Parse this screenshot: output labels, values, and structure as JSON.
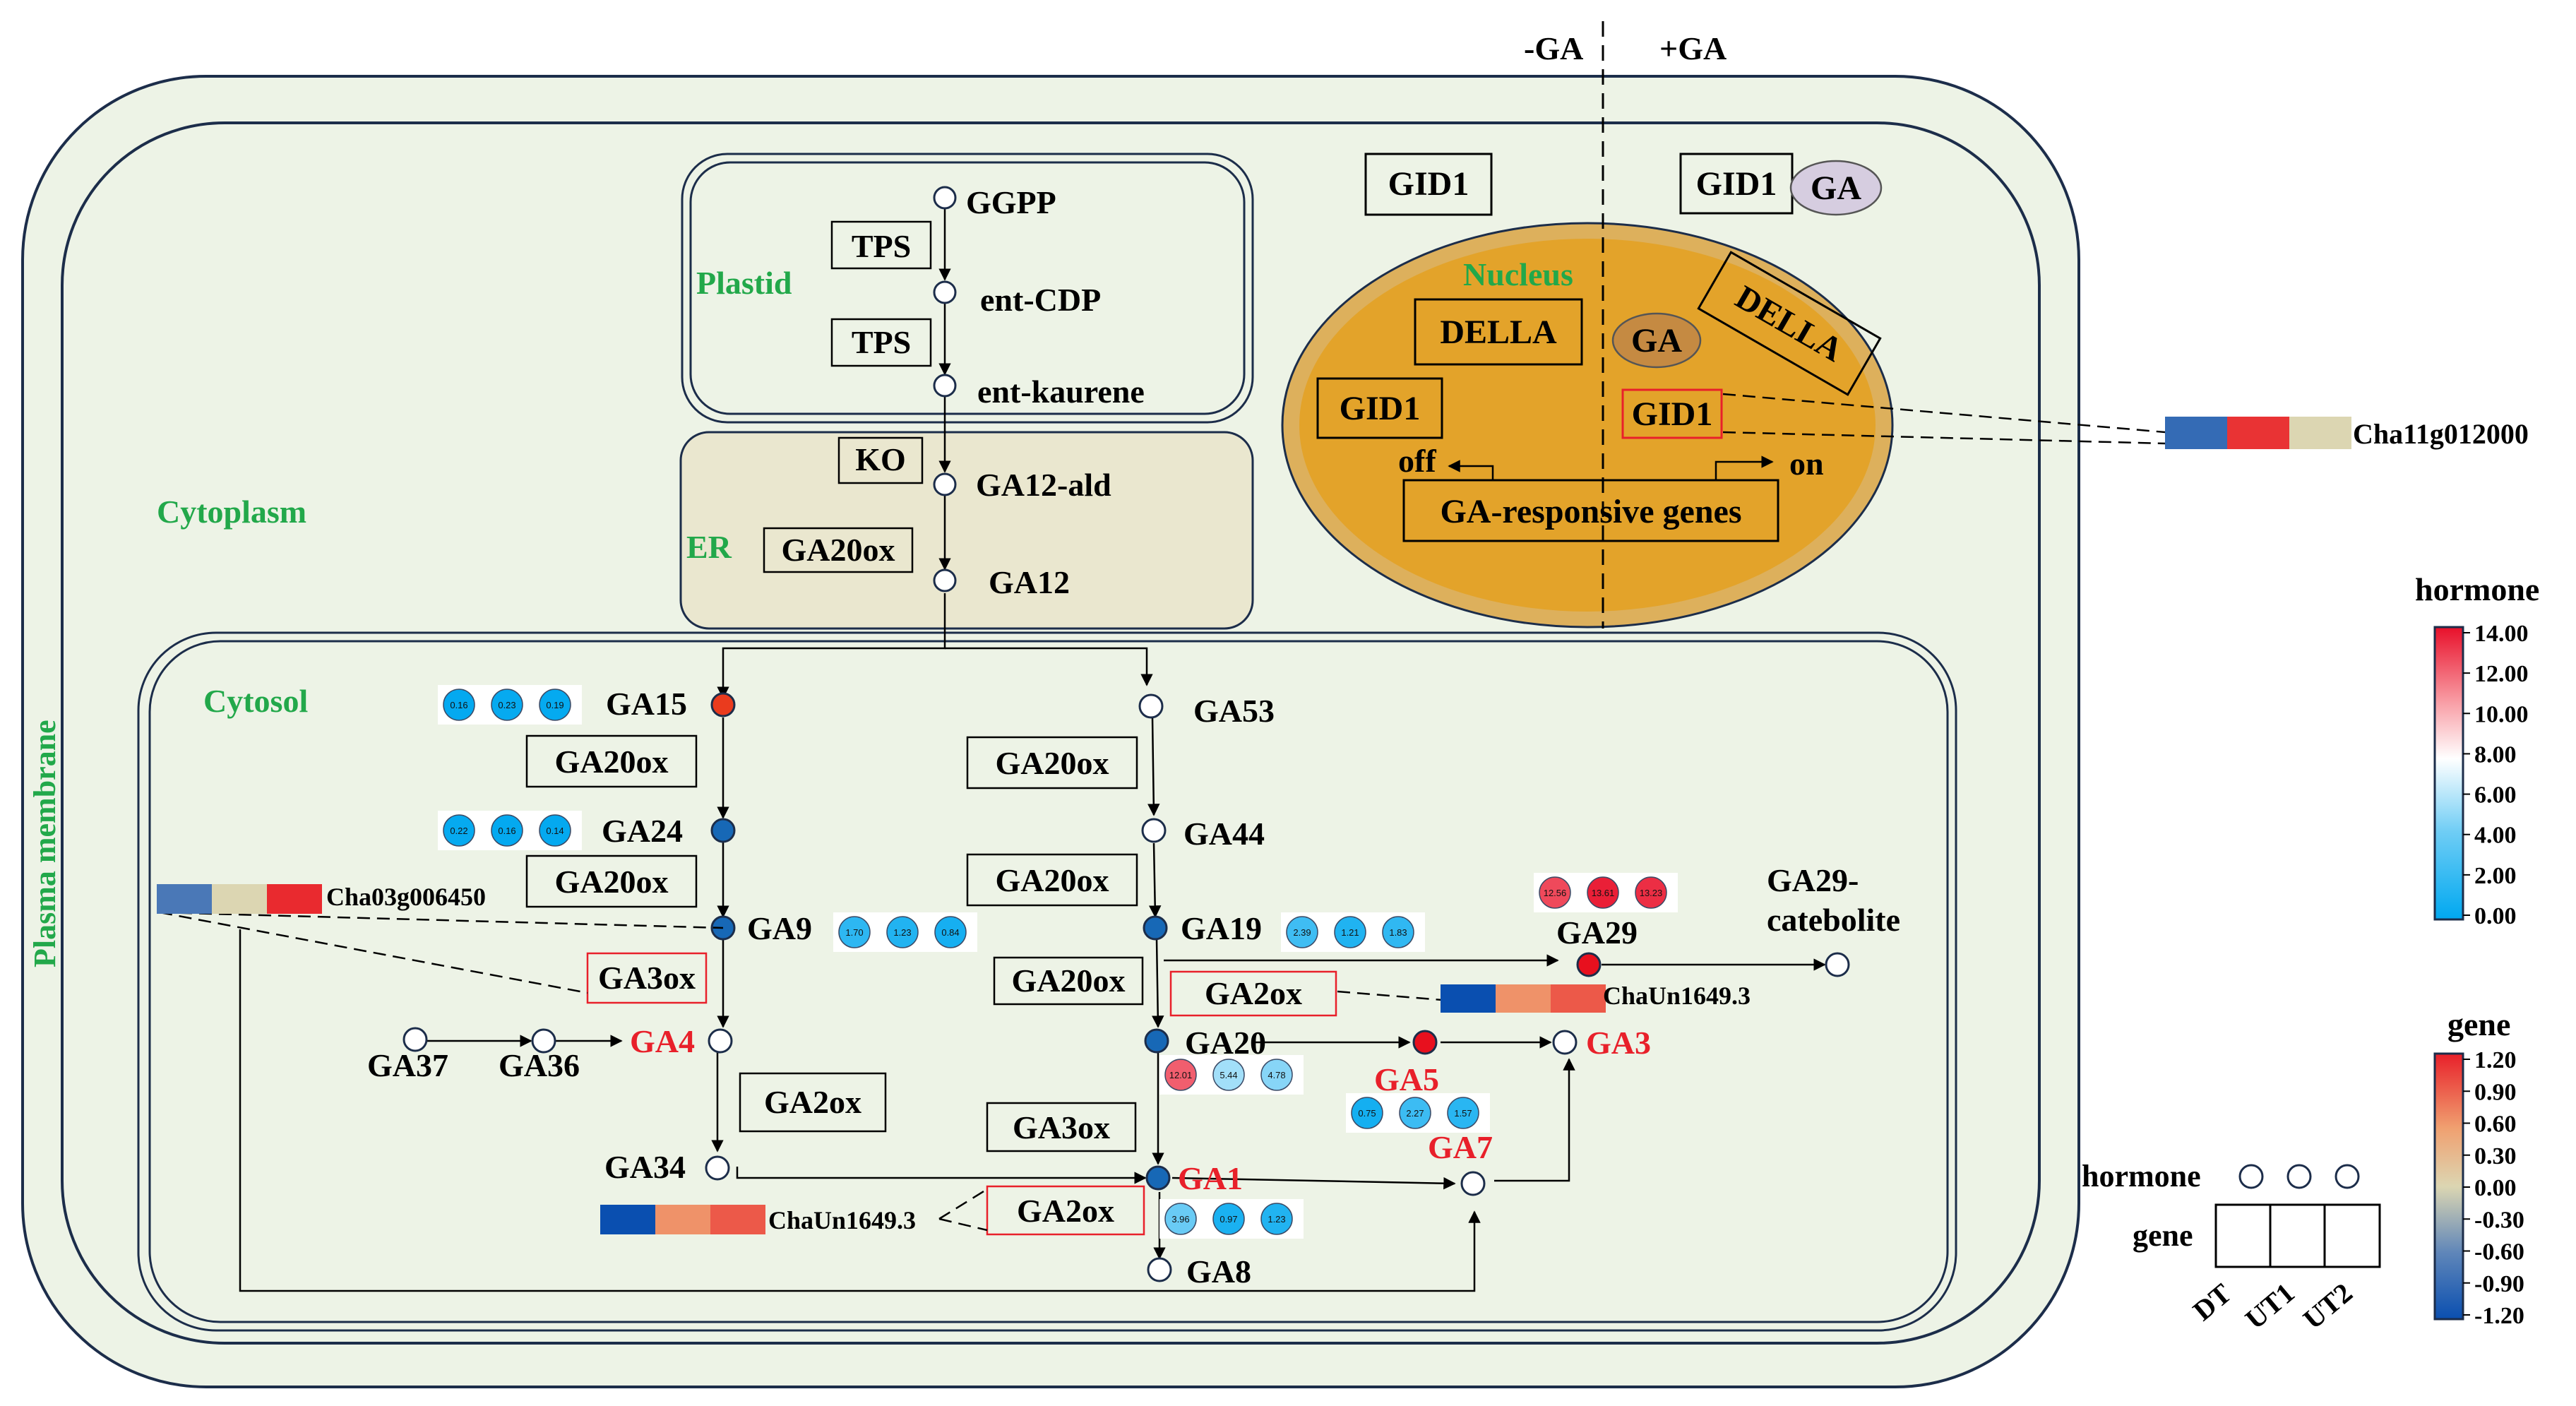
{
  "header": {
    "minus_ga": "-GA",
    "plus_ga": "+GA"
  },
  "compartments": {
    "plasma_membrane": "Plasma membrane",
    "cytoplasm": "Cytoplasm",
    "plastid": "Plastid",
    "er": "ER",
    "cytosol": "Cytosol",
    "nucleus": "Nucleus"
  },
  "metabolites": {
    "GGPP": "GGPP",
    "entCDP": "ent-CDP",
    "entKaurene": "ent-kaurene",
    "GA12ald": "GA12-ald",
    "GA12": "GA12",
    "GA15": "GA15",
    "GA24": "GA24",
    "GA9": "GA9",
    "GA4": "GA4",
    "GA37": "GA37",
    "GA36": "GA36",
    "GA34": "GA34",
    "GA53": "GA53",
    "GA44": "GA44",
    "GA19": "GA19",
    "GA20": "GA20",
    "GA1": "GA1",
    "GA8": "GA8",
    "GA5": "GA5",
    "GA7": "GA7",
    "GA3": "GA3",
    "GA29": "GA29",
    "GA29cat1": "GA29-",
    "GA29cat2": "catebolite"
  },
  "enzymes": {
    "tps1": "TPS",
    "tps2": "TPS",
    "ko": "KO",
    "ga20ox_er": "GA20ox",
    "ga20ox_a": "GA20ox",
    "ga20ox_b": "GA20ox",
    "ga20ox_c": "GA20ox",
    "ga20ox_d": "GA20ox",
    "ga20ox_e": "GA20ox",
    "ga3ox_left": "GA3ox",
    "ga2ox_left": "GA2ox",
    "ga2ox_right": "GA2ox",
    "ga3ox_mid": "GA3ox",
    "ga2ox_bottom": "GA2ox"
  },
  "signaling": {
    "gid1_left": "GID1",
    "gid1_right": "GID1",
    "ga_bound": "GA",
    "della_left": "DELLA",
    "della_right": "DELLA",
    "ga_nucleus": "GA",
    "gid1_nuc_left": "GID1",
    "gid1_nuc_right": "GID1",
    "off": "off",
    "on": "on",
    "responsive_genes": "GA-responsive genes"
  },
  "genes": {
    "cha11": "Cha11g012000",
    "cha03": "Cha03g006450",
    "chaun_mid": "ChaUn1649.3",
    "chaun_bottom": "ChaUn1649.3"
  },
  "gene_expression": {
    "cha11": [
      -0.9,
      1.1,
      0.0
    ],
    "cha03": [
      -0.75,
      0.0,
      1.15
    ],
    "chaun_mid": [
      -1.2,
      0.6,
      0.9
    ],
    "chaun_bottom": [
      -1.2,
      0.6,
      0.9
    ]
  },
  "hormone_levels": {
    "GA15": [
      "0.16",
      "0.23",
      "0.19"
    ],
    "GA24": [
      "0.22",
      "0.16",
      "0.14"
    ],
    "GA9": [
      "1.70",
      "1.23",
      "0.84"
    ],
    "GA19": [
      "2.39",
      "1.21",
      "1.83"
    ],
    "GA20": [
      "12.01",
      "5.44",
      "4.78"
    ],
    "GA29": [
      "12.56",
      "13.61",
      "13.23"
    ],
    "GA5": [
      "0.75",
      "2.27",
      "1.57"
    ],
    "GA1": [
      "3.96",
      "0.97",
      "1.23"
    ]
  },
  "legend": {
    "hormone_title": "hormone",
    "hormone_ticks": [
      "14.00",
      "12.00",
      "10.00",
      "8.00",
      "6.00",
      "4.00",
      "2.00",
      "0.00"
    ],
    "gene_title": "gene",
    "gene_ticks": [
      "1.20",
      "0.90",
      "0.60",
      "0.30",
      "0.00",
      "-0.30",
      "-0.60",
      "-0.90",
      "-1.20"
    ],
    "key_hormone": "hormone",
    "key_gene": "gene",
    "samples": [
      "DT",
      "UT1",
      "UT2"
    ]
  },
  "colors": {
    "cell_fill": "#edf3e6",
    "er_fill": "#eae7cf",
    "nucleus_outer": "#ddb05c",
    "nucleus_inner": "#e3a32a",
    "green_text": "#22a84a",
    "red_text": "#e8202a",
    "ga_oval": "#d6cde0",
    "ga_nuc_oval": "#c58a42"
  }
}
